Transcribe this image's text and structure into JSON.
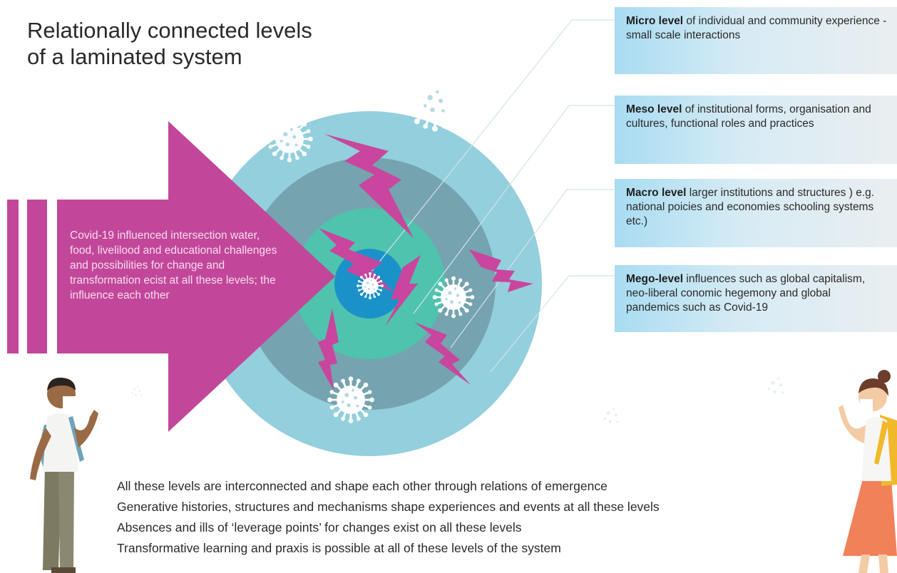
{
  "title": {
    "line1": "Relationally connected levels",
    "line2": "of a laminated system"
  },
  "arrow_text": "Covid-19 influenced intersection water, food, livelilood and educational challenges and possibilities for change and transformation ecist at all these levels; the influence each other",
  "levels": [
    {
      "label": "Micro level",
      "text": " of individual and community experience - small scale interactions"
    },
    {
      "label": "Meso level",
      "text": " of institutional forms, organisation and cultures, functional roles and practices"
    },
    {
      "label": "Macro level",
      "text": " larger institutions and structures ) e.g. national poicies and economies schooling systems etc.)"
    },
    {
      "label": "Mego-level",
      "text": " influences such as global capitalism, neo-liberal conomic hegemony and global pandemics such as Covid-19"
    }
  ],
  "statements": [
    "All these levels are interconnected and shape each other through relations of emergence",
    "Generative histories, structures and mechanisms shape experiences and events at all these levels",
    "Absences and ills of ‘leverage points’ for changes exist on all these levels",
    "Transformative learning and praxis is possible at all of these levels of the system"
  ],
  "colors": {
    "ring_outer": "#93cfdc",
    "ring_meso": "#76a3b0",
    "ring_macro": "#4fc3ae",
    "ring_micro": "#1a92c9",
    "arrow": "#c2479a",
    "lightning": "#c8469e",
    "virus": "#ffffff"
  }
}
